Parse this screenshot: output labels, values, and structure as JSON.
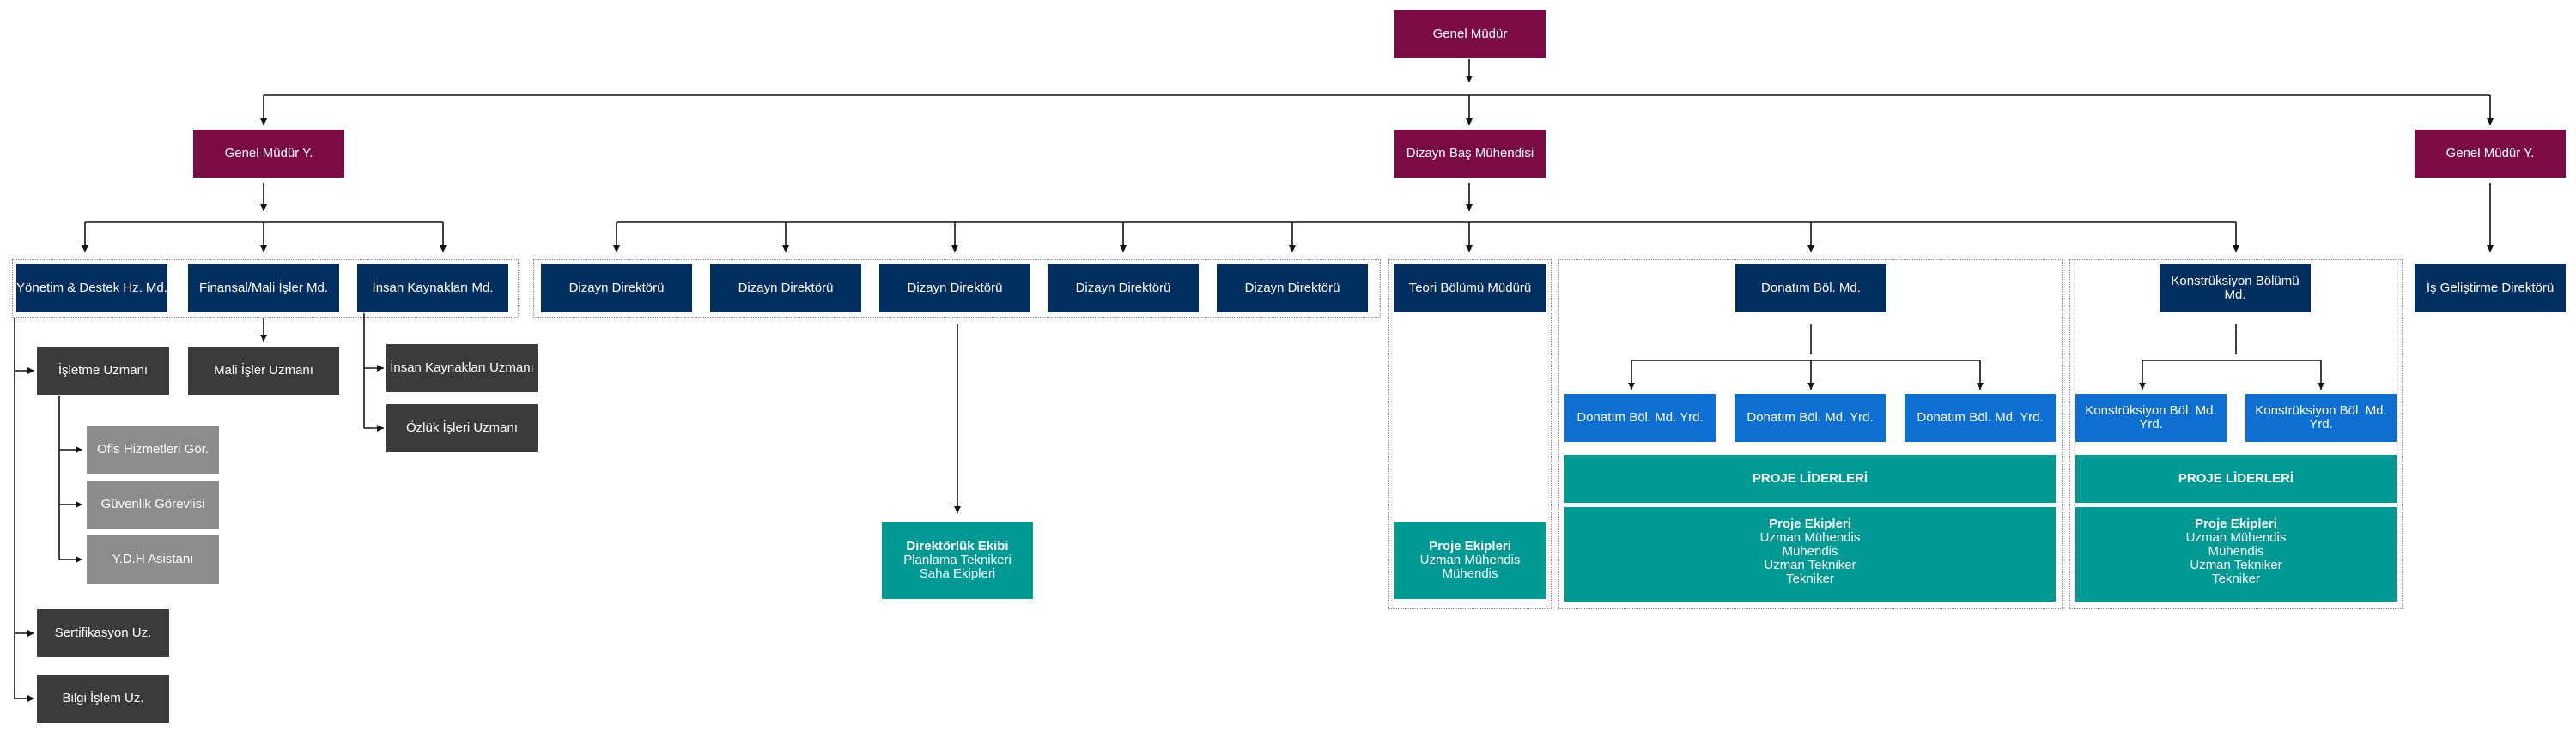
{
  "chart": {
    "root": "Genel Müdür",
    "left_deputy": "Genel Müdür Y.",
    "design_chief": "Dizayn Baş Mühendisi",
    "right_deputy": "Genel Müdür Y.",
    "admin": {
      "management": "Yönetim & Destek Hz. Md.",
      "finance": "Finansal/Mali İşler Md.",
      "hr": "İnsan Kaynakları Md.",
      "operations": "İşletme Uzmanı",
      "finance_specialist": "Mali İşler Uzmanı",
      "office": "Ofis Hizmetleri Gör.",
      "security": "Güvenlik Görevlisi",
      "ydh": "Y.D.H Asistanı",
      "certification": "Sertifikasyon Uz.",
      "it": "Bilgi İşlem Uz.",
      "hr_specialist": "İnsan Kaynakları Uzmanı",
      "personnel": "Özlük İşleri Uzmanı"
    },
    "design": {
      "directorates": [
        "Dizayn Direktörü",
        "Dizayn Direktörü",
        "Dizayn Direktörü",
        "Dizayn Direktörü",
        "Dizayn Direktörü"
      ],
      "directorate_team": {
        "title": "Direktörlük Ekibi",
        "lines": [
          "Planlama Teknikeri",
          "Saha Ekipleri"
        ]
      },
      "theory_head": "Teori Bölümü Müdürü",
      "theory_team": {
        "title": "Proje Ekipleri",
        "lines": [
          "Uzman Mühendis",
          "Mühendis"
        ]
      },
      "outfitting_head": "Donatım Böl. Md.",
      "outfitting_deputies": [
        "Donatım Böl. Md. Yrd.",
        "Donatım Böl. Md. Yrd.",
        "Donatım Böl. Md. Yrd."
      ],
      "outfitting_leaders": "PROJE LİDERLERİ",
      "outfitting_team": {
        "title": "Proje Ekipleri",
        "lines": [
          "Uzman Mühendis",
          "Mühendis",
          "Uzman Tekniker",
          "Tekniker"
        ]
      },
      "construction_head": "Konstrüksiyon Bölümü Md.",
      "construction_deputies": [
        "Konstrüksiyon Böl. Md. Yrd.",
        "Konstrüksiyon Böl. Md. Yrd."
      ],
      "construction_leaders": "PROJE LİDERLERİ",
      "construction_team": {
        "title": "Proje Ekipleri",
        "lines": [
          "Uzman Mühendis",
          "Mühendis",
          "Uzman Tekniker",
          "Tekniker"
        ]
      }
    },
    "business_dev": "İş Geliştirme Direktörü"
  },
  "colors": {
    "executive": "#7b0c43",
    "manager": "#002e5f",
    "specialist": "#3b3b3b",
    "staff": "#8c8c8c",
    "deputy": "#0e6fd3",
    "team": "#009993",
    "connector": "#111111",
    "group_border": "#8a8a8a"
  }
}
